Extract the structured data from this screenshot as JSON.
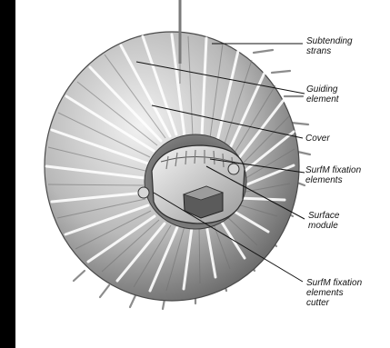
{
  "labels": {
    "subtending_strans": "Subtending\nstrans",
    "guiding_element": "Guiding\nelement",
    "cover": "Cover",
    "surfm_fixation_elements": "SurfM fixation\nelements",
    "surface_module": "Surface\nmodule",
    "surfm_fixation_elements_cutter": "SurfM fixation\nelements\ncutter"
  },
  "colors": {
    "background": "#000000",
    "panel": "#ffffff",
    "leader_line": "#111111",
    "cover_light": "#d8d8d8",
    "cover_dark": "#6a6a6a"
  }
}
